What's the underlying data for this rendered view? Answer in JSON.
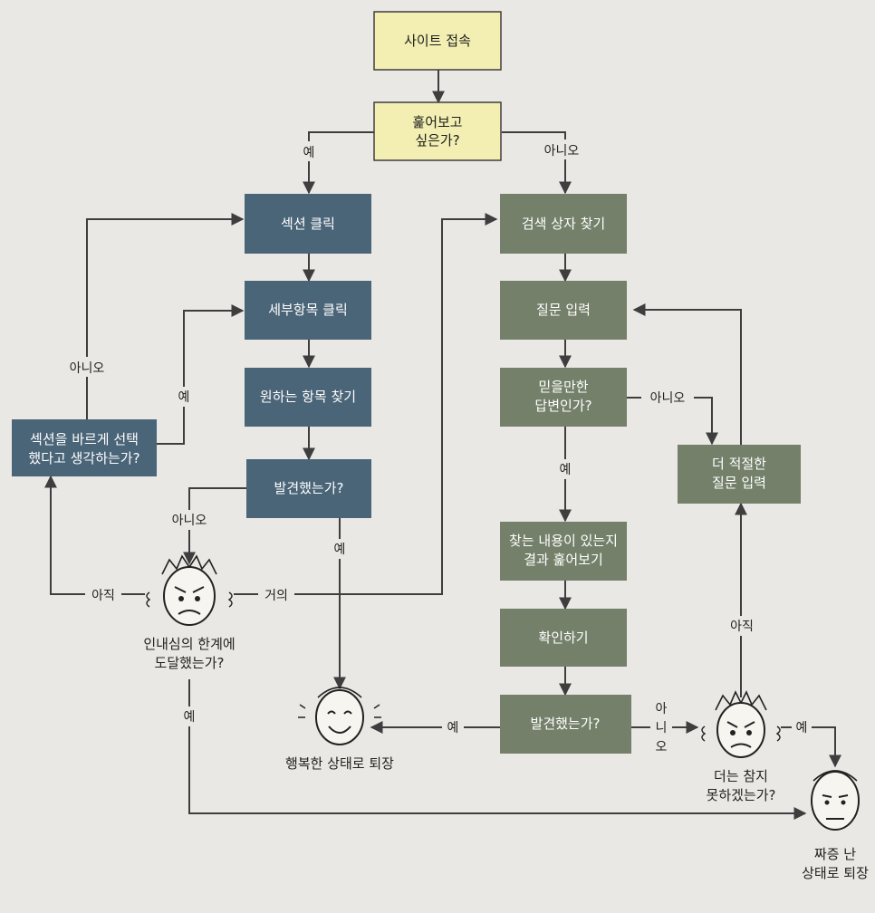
{
  "colors": {
    "start": "#f3efb2",
    "section": "#4a6478",
    "search": "#74806a",
    "text_light": "#ffffff",
    "text_dark": "#1e1e1e",
    "line": "#3e3e3e"
  },
  "nodes": {
    "site_access": "사이트 접속",
    "browse_q": [
      "훑어보고",
      "싶은가?"
    ],
    "section_click": "섹션 클릭",
    "detail_click": "세부항목 클릭",
    "find_item": "원하는 항목 찾기",
    "found_left": "발견했는가?",
    "right_section_q": [
      "섹션을 바르게 선택",
      "했다고 생각하는가?"
    ],
    "find_searchbox": "검색 상자 찾기",
    "enter_question": "질문 입력",
    "credible_q": [
      "믿을만한",
      "답변인가?"
    ],
    "better_question": [
      "더 적절한",
      "질문 입력"
    ],
    "browse_results": [
      "찾는 내용이 있는지",
      "결과 훑어보기"
    ],
    "check": "확인하기",
    "found_right": "발견했는가?"
  },
  "faces": {
    "limit_q": [
      "인내심의 한계에",
      "도달했는가?"
    ],
    "happy_exit": "행복한 상태로 퇴장",
    "cant_stand_q": [
      "더는 참지",
      "못하겠는가?"
    ],
    "annoyed_exit": [
      "짜증 난",
      "상태로 퇴장"
    ]
  },
  "labels": {
    "yes": "예",
    "no": "아니오",
    "not_yet": "아직",
    "almost": "거의",
    "no_vertical": [
      "아",
      "니",
      "오"
    ]
  }
}
